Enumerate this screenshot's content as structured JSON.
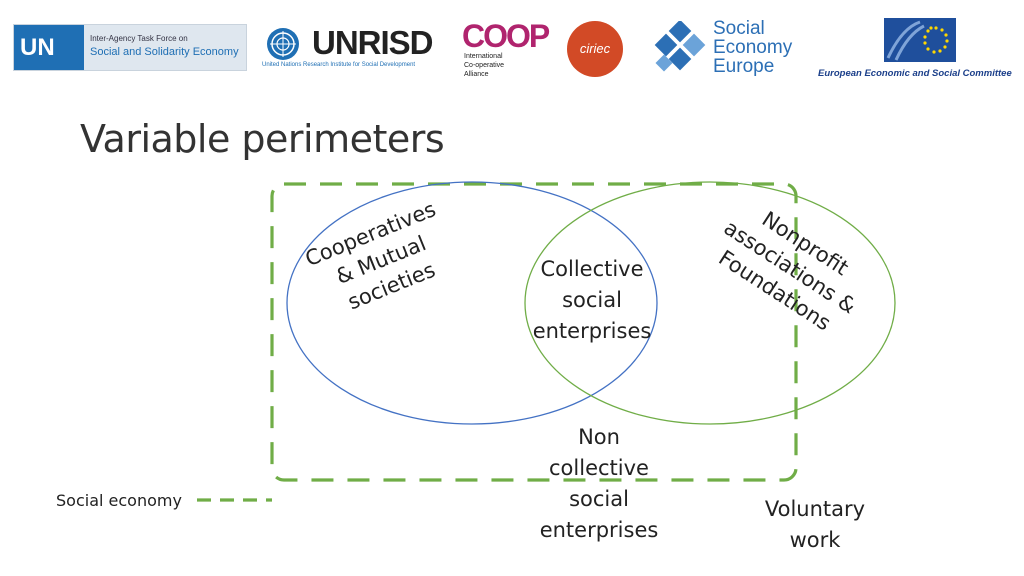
{
  "logos": {
    "un": {
      "mark": "UN",
      "line1": "Inter-Agency Task Force on",
      "line2": "Social and Solidarity Economy"
    },
    "unrisd": {
      "word": "UNRISD",
      "sub": "United Nations Research Institute for Social Development"
    },
    "coop": {
      "word": "COOP",
      "sub1": "International",
      "sub2": "Co-operative",
      "sub3": "Alliance"
    },
    "ciriec": {
      "word": "ciriec"
    },
    "see": {
      "line1": "Social",
      "line2": "Economy",
      "line3": "Europe"
    },
    "eesc": {
      "name": "European Economic and Social Committee"
    }
  },
  "title": "Variable perimeters",
  "diagram": {
    "left_set": {
      "lines": [
        "Cooperatives",
        "& Mutual",
        "societies"
      ],
      "color": "#4472c4"
    },
    "right_set": {
      "lines": [
        "Nonprofit",
        "associations &",
        "Foundations"
      ],
      "color": "#70ad47"
    },
    "intersection": {
      "lines": [
        "Collective",
        "social",
        "enterprises"
      ]
    },
    "below": {
      "lines": [
        "Non",
        "collective",
        "social",
        "enterprises"
      ]
    },
    "outside": {
      "lines": [
        "Voluntary",
        "work"
      ]
    },
    "perimeter_color": "#70ad47"
  },
  "legend": {
    "label": "Social economy",
    "color": "#70ad47"
  }
}
